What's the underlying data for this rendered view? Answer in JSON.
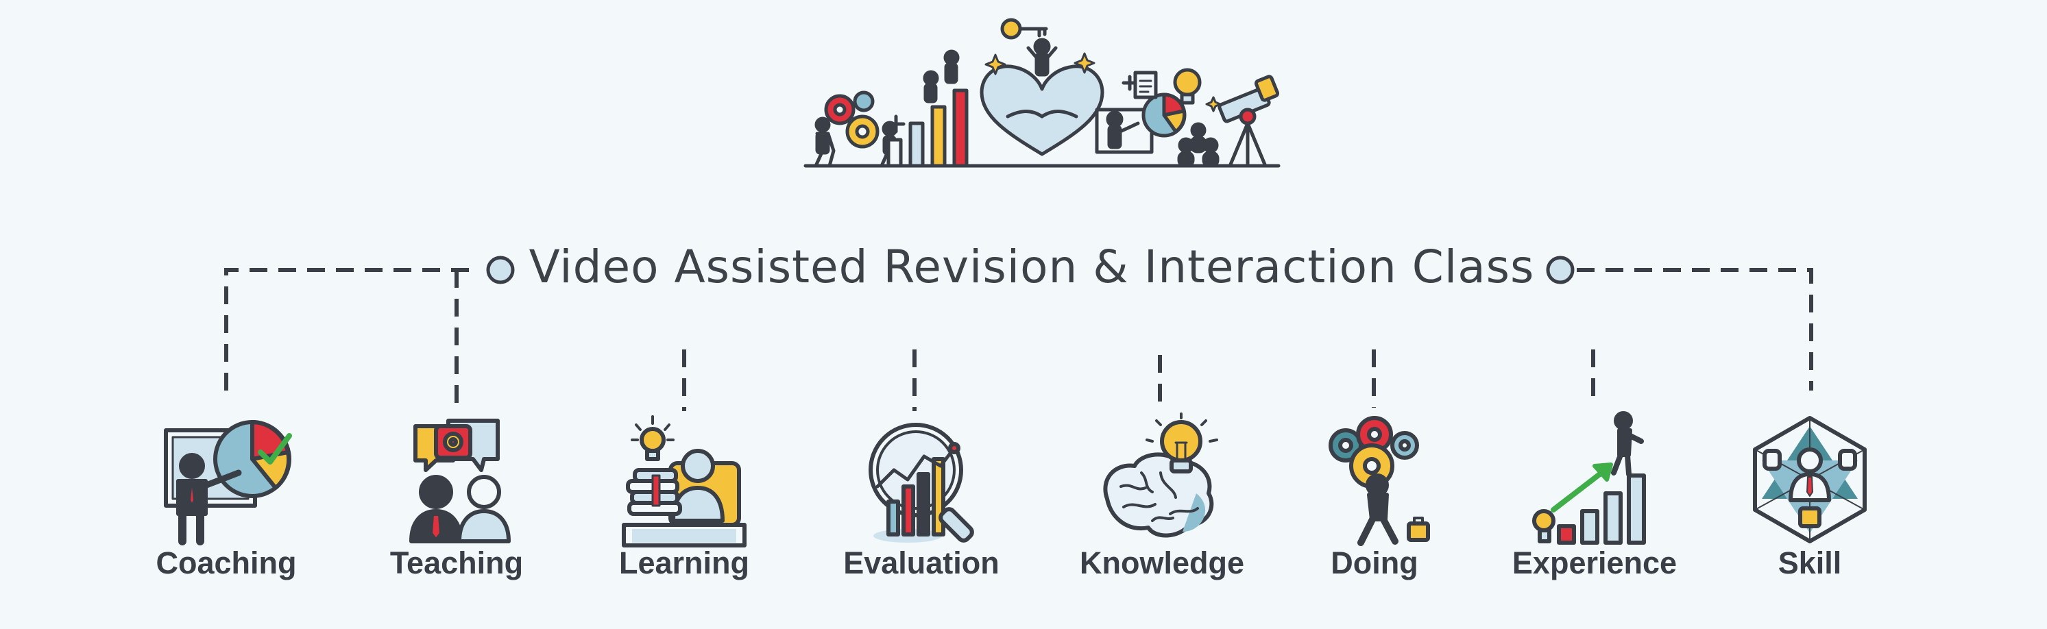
{
  "title": "Video Assisted Revision & Interaction Class",
  "colors": {
    "background": "#f3f8fb",
    "outline": "#3a3f47",
    "accent_blue": "#8dbfd0",
    "light_blue": "#cfe3ee",
    "accent_red": "#e0313f",
    "accent_yellow": "#f5c23c",
    "accent_green": "#3fae49",
    "accent_teal": "#4a8f9a"
  },
  "hero_icons": [
    "gears-icon",
    "people-pushing-gear-icon",
    "climbing-bar-chart-icon",
    "heart-handshake-icon",
    "key-icon",
    "presentation-pie-chart-icon",
    "lightbulb-icon",
    "group-icon",
    "telescope-icon",
    "sparkle-icon"
  ],
  "items": [
    {
      "label": "Coaching",
      "icon": "presentation-pie-chart-icon"
    },
    {
      "label": "Teaching",
      "icon": "speech-bubbles-people-icon"
    },
    {
      "label": "Learning",
      "icon": "student-books-idea-icon"
    },
    {
      "label": "Evaluation",
      "icon": "magnifier-chart-icon"
    },
    {
      "label": "Knowledge",
      "icon": "brain-lightbulb-icon"
    },
    {
      "label": "Doing",
      "icon": "person-carrying-gears-icon"
    },
    {
      "label": "Experience",
      "icon": "growth-stairs-icon"
    },
    {
      "label": "Skill",
      "icon": "hexagon-leader-icon"
    }
  ]
}
